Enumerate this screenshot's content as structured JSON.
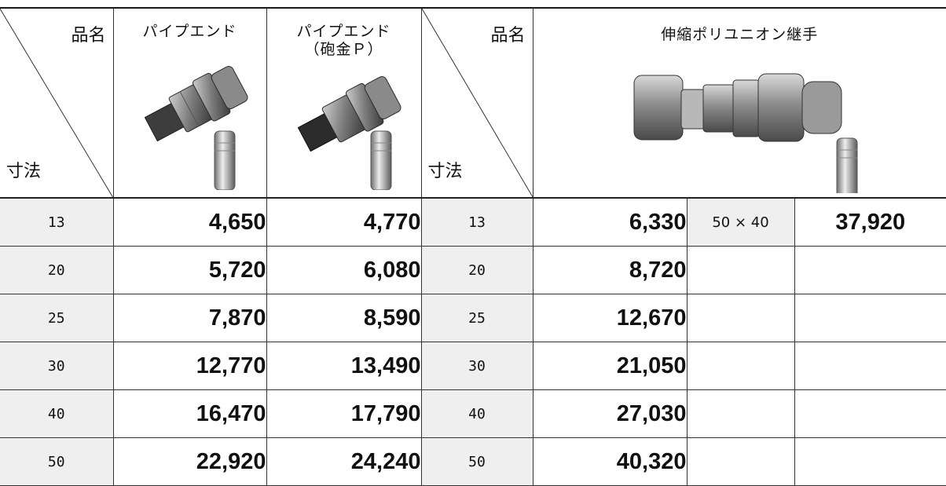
{
  "table": {
    "header": {
      "corner_top": "品名",
      "corner_bottom": "寸法",
      "product1": "パイプエンド",
      "product2_line1": "パイプエンド",
      "product2_line2": "（砲金Ｐ）",
      "product3": "伸縮ポリユニオン継手"
    },
    "rows": [
      {
        "size": "13",
        "p1": "4,650",
        "p2": "4,770",
        "size2": "13",
        "p3": "6,330"
      },
      {
        "size": "20",
        "p1": "5,720",
        "p2": "6,080",
        "size2": "20",
        "p3": "8,720"
      },
      {
        "size": "25",
        "p1": "7,870",
        "p2": "8,590",
        "size2": "25",
        "p3": "12,670"
      },
      {
        "size": "30",
        "p1": "12,770",
        "p2": "13,490",
        "size2": "30",
        "p3": "21,050"
      },
      {
        "size": "40",
        "p1": "16,470",
        "p2": "17,790",
        "size2": "40",
        "p3": "27,030"
      },
      {
        "size": "50",
        "p1": "22,920",
        "p2": "24,240",
        "size2": "50",
        "p3": "40,320"
      }
    ],
    "extra": {
      "size": "50 × 40",
      "price": "37,920"
    }
  },
  "colors": {
    "size_cell_bg": "#efefef",
    "border": "#333333",
    "text": "#111111"
  },
  "icons": [
    "pipe-end-fitting-photo",
    "pipe-end-bronze-fitting-photo",
    "union-joint-photo",
    "insert-sleeve-photo"
  ]
}
